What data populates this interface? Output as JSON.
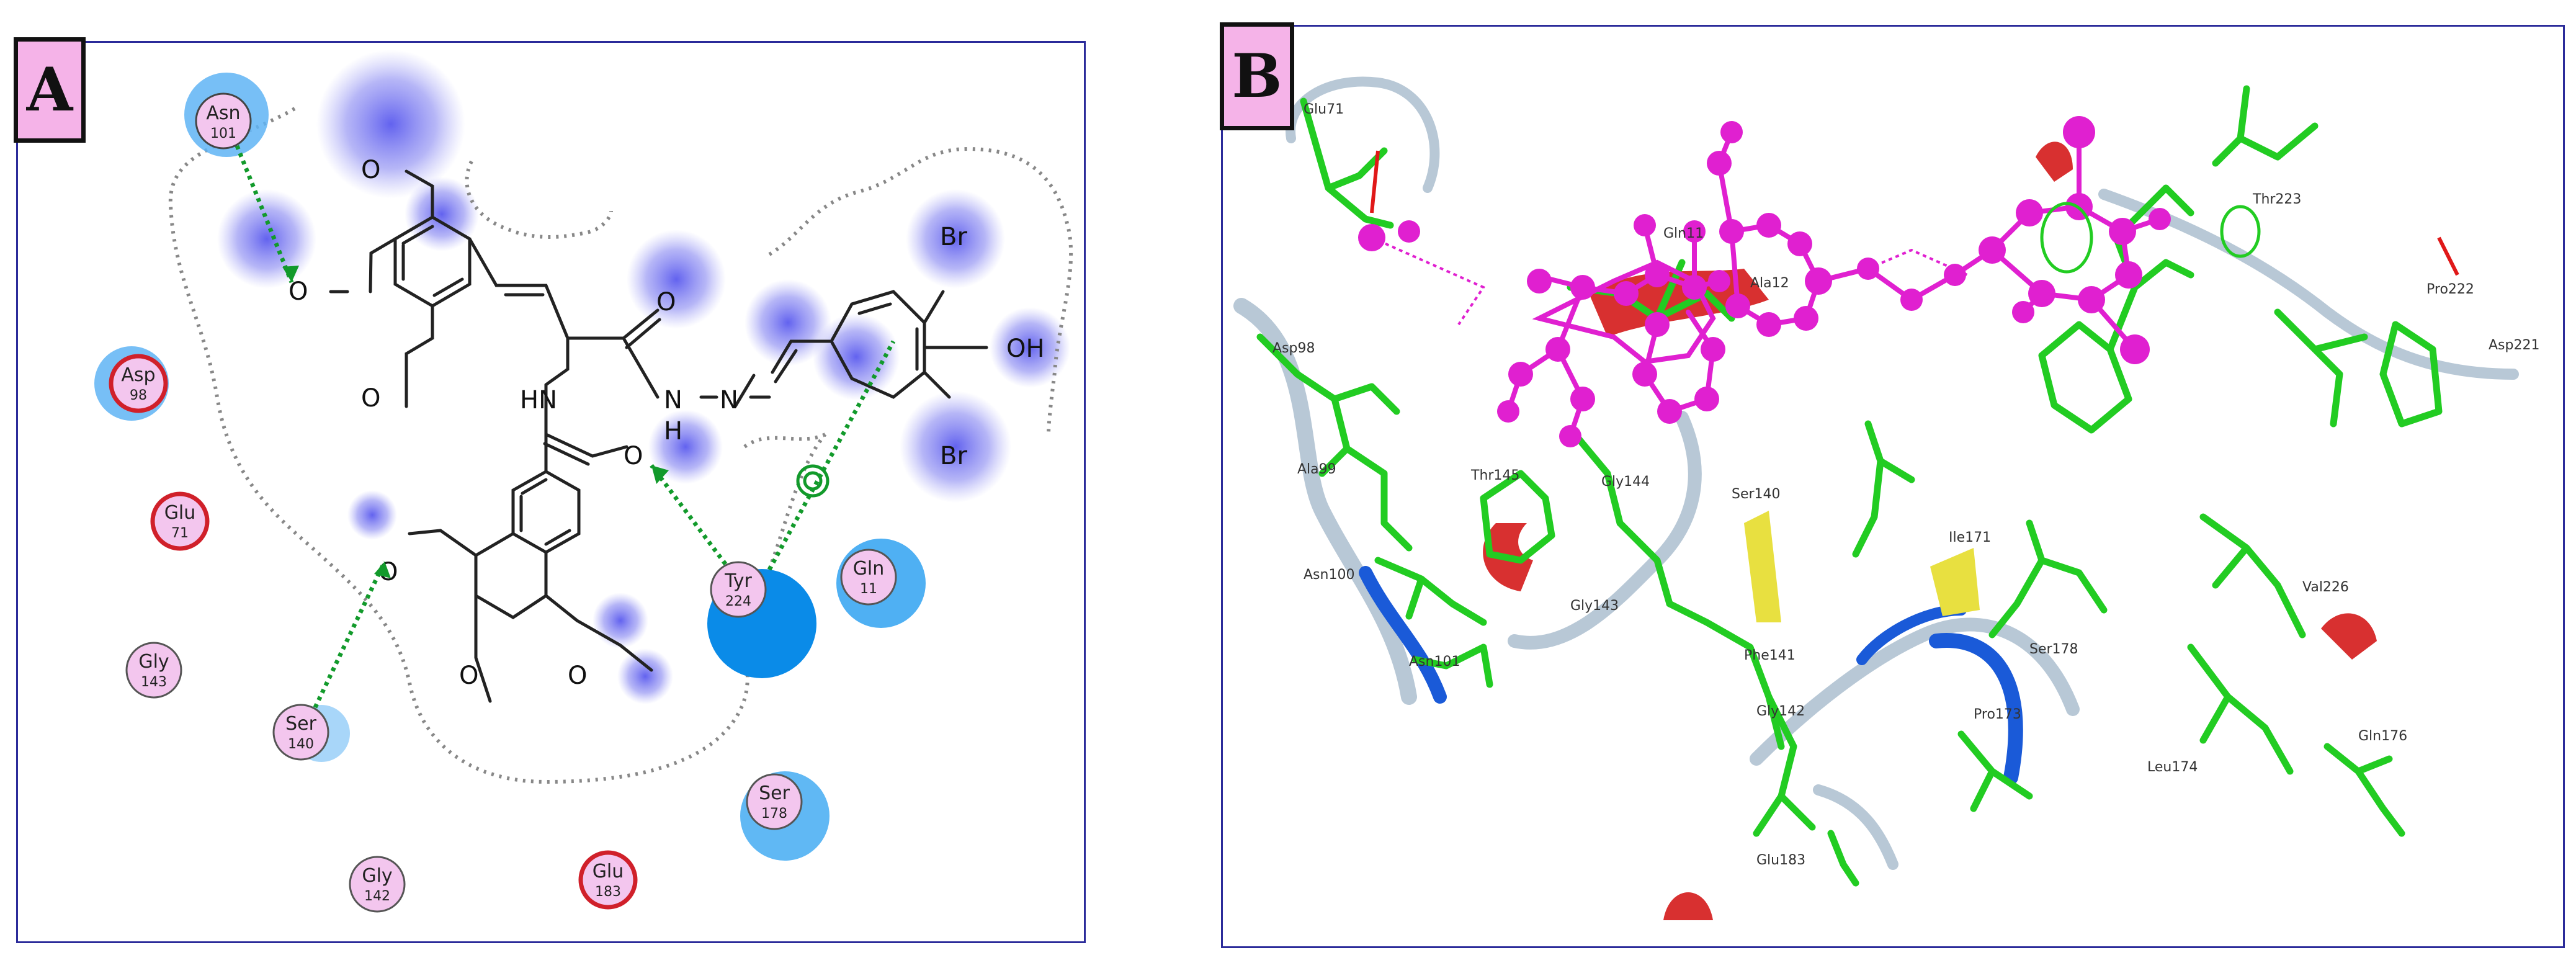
{
  "panel_a": {
    "label": "A",
    "residues": [
      {
        "name": "Asn",
        "num": "101"
      },
      {
        "name": "Asp",
        "num": "98"
      },
      {
        "name": "Glu",
        "num": "71"
      },
      {
        "name": "Gly",
        "num": "143"
      },
      {
        "name": "Ser",
        "num": "140"
      },
      {
        "name": "Gly",
        "num": "142"
      },
      {
        "name": "Glu",
        "num": "183"
      },
      {
        "name": "Ser",
        "num": "178"
      },
      {
        "name": "Tyr",
        "num": "224"
      },
      {
        "name": "Gln",
        "num": "11"
      }
    ],
    "atoms": {
      "o1": "O",
      "o2": "O",
      "o3": "O",
      "o4": "O",
      "o5": "O",
      "o6": "O",
      "o7": "O",
      "o8": "O",
      "nh": "HN",
      "n1": "N",
      "n2": "N",
      "h": "H",
      "br1": "Br",
      "br2": "Br",
      "oh": "OH"
    },
    "colors": {
      "polar": "#f3c6ee",
      "acidic_ring": "#d0202a",
      "exposure": "#2b8ff0",
      "hbond": "#129a2b",
      "ring_glow": "#6c6cf0"
    }
  },
  "panel_b": {
    "label": "B",
    "residue_labels": [
      "Glu71",
      "Gln11",
      "Ala12",
      "Thr223",
      "Pro222",
      "Asp221",
      "Asp98",
      "Ala99",
      "Thr145",
      "Gly144",
      "Ser140",
      "Ile171",
      "Asn100",
      "Gly143",
      "Asn101",
      "Phe141",
      "Gly142",
      "Pro173",
      "Ser178",
      "Val226",
      "Gln176",
      "Leu174",
      "Glu183"
    ],
    "colors": {
      "ligand": "#e020d0",
      "protein": "#22cc22",
      "helix": "#d83030",
      "sheet": "#e8e040",
      "coil": "#b8c8d6",
      "strand": "#1a5ad8"
    }
  }
}
